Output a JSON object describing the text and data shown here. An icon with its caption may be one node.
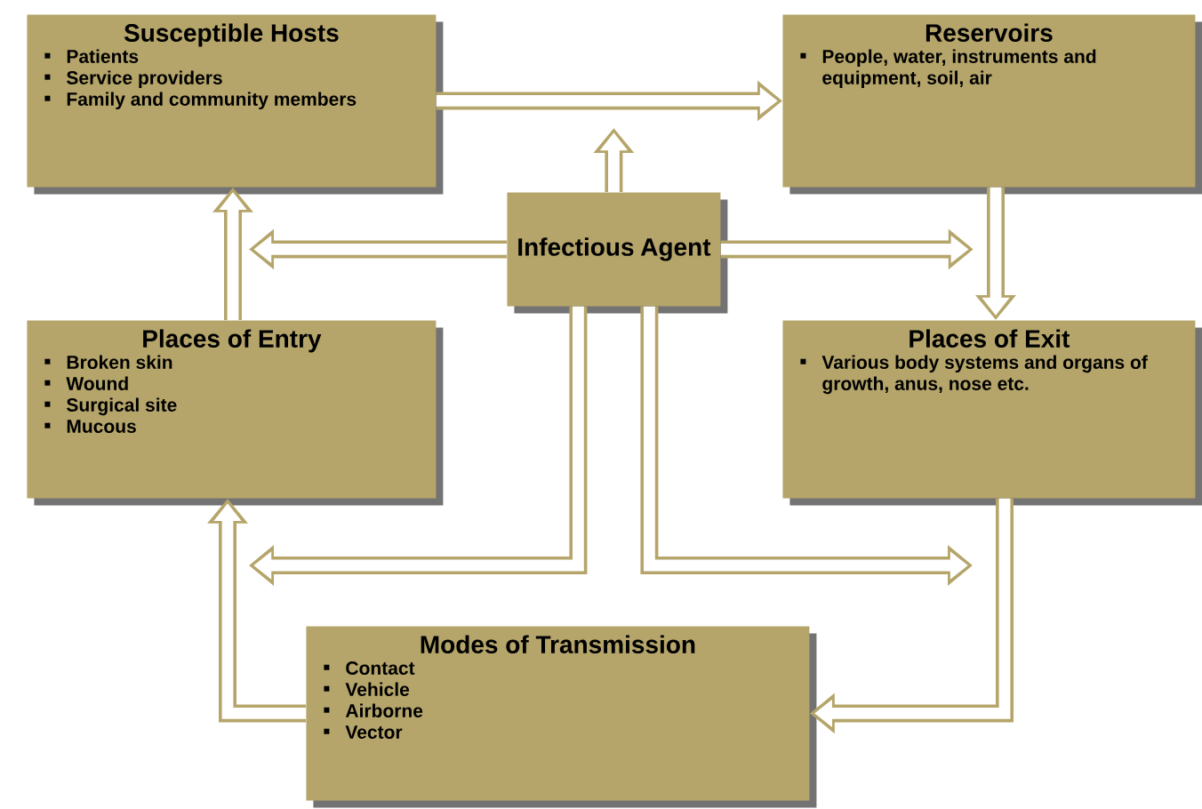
{
  "diagram": {
    "nodes": [
      {
        "text": [
          "Susceptible Hosts",
          "Patients",
          "Service providers",
          "Family and community members"
        ]
      },
      {
        "text": [
          "Reservoirs",
          "People, water, instruments and equipment, soil, air"
        ]
      },
      {
        "text": [
          "Infectious Agent"
        ]
      },
      {
        "text": [
          "Places of Entry",
          "Broken skin",
          "Wound",
          "Surgical site",
          "Mucous"
        ]
      },
      {
        "text": [
          "Places of Exit",
          "Various body systems and organs of growth, anus, nose etc."
        ]
      },
      {
        "text": [
          "Modes of Transmission",
          "Contact",
          "Vehicle",
          "Airborne",
          "Vector"
        ]
      }
    ],
    "edges": [
      {
        "from": 0,
        "to": 1,
        "arrow": "to"
      },
      {
        "from": 1,
        "to": 4,
        "arrow": "to"
      },
      {
        "from": 4,
        "to": 5,
        "arrow": "to"
      },
      {
        "from": 5,
        "to": 3,
        "arrow": "to"
      },
      {
        "from": 3,
        "to": 0,
        "arrow": "to"
      },
      {
        "from": 2,
        "to": null,
        "arrow": "to"
      },
      {
        "from": 2,
        "to": null,
        "arrow": "to"
      },
      {
        "from": 2,
        "to": null,
        "arrow": "to"
      },
      {
        "from": 2,
        "to": null,
        "arrow": "to"
      },
      {
        "from": 2,
        "to": null,
        "arrow": "to"
      }
    ]
  }
}
